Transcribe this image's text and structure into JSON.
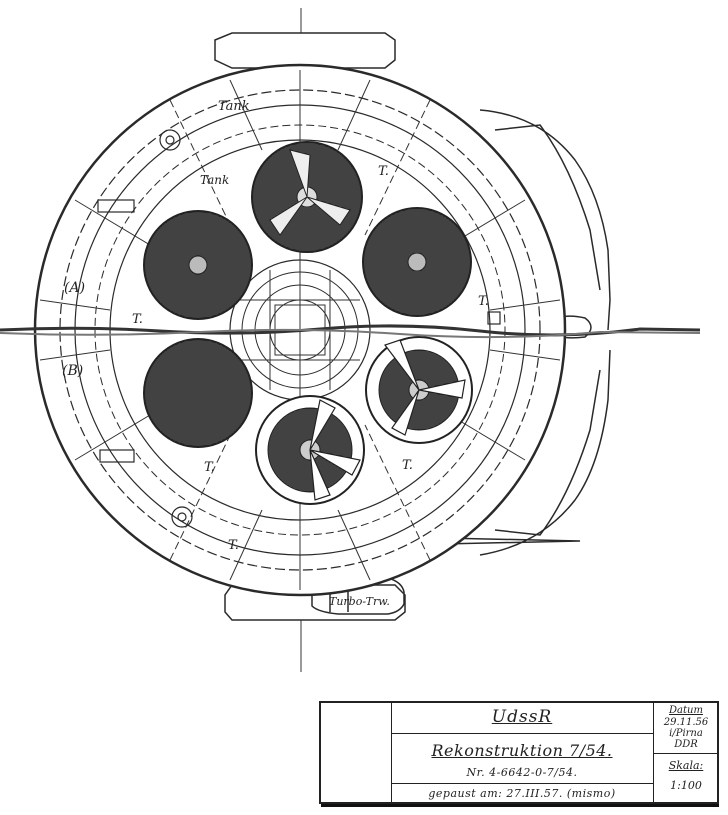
{
  "labels": {
    "tank_top": "Tank",
    "tank_inner": "Tank",
    "t_upper_right": "T.",
    "t_right": "T.",
    "t_left": "T.",
    "t_lower_left": "T.",
    "t_lower_mid": "T.",
    "t_bottom": "T.",
    "section_a": "(A)",
    "section_b": "(B)",
    "turbo": "Turbo-Trw."
  },
  "title_block": {
    "country": "UdssR",
    "title": "Rekonstruktion 7/54.",
    "number": "Nr. 4-6642-0-7/54.",
    "drawn": "gepaust am: 27.III.57. (mismo)",
    "date_label": "Datum",
    "date_value": "29.11.56",
    "place": "i/Pirna",
    "country_short": "DDR",
    "scale_label": "Skala:",
    "scale_value": "1:100"
  }
}
